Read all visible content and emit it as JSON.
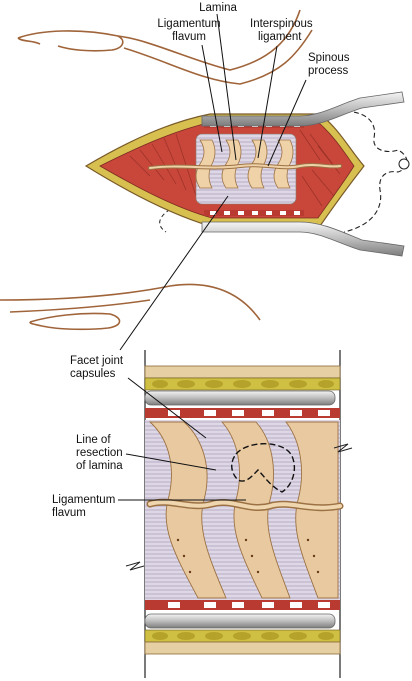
{
  "top_view": {
    "labels": {
      "lamina": "Lamina",
      "ligamentum_flavum_1": "Ligamentum",
      "ligamentum_flavum_2": "flavum",
      "interspinous_1": "Interspinous",
      "interspinous_2": "ligament",
      "spinous_1": "Spinous",
      "spinous_2": "process"
    }
  },
  "detail_view": {
    "labels": {
      "facet_1": "Facet joint",
      "facet_2": "capsules",
      "line_1": "Line of",
      "line_2": "resection",
      "line_3": "of lamina",
      "lig_1": "Ligamentum",
      "lig_2": "flavum"
    }
  },
  "colors": {
    "muscle": "#c8473a",
    "fat": "#d4c24a",
    "bone": "#e8c9a0",
    "retractor": "#cfcfcf",
    "skin_outline": "#a0643a"
  }
}
